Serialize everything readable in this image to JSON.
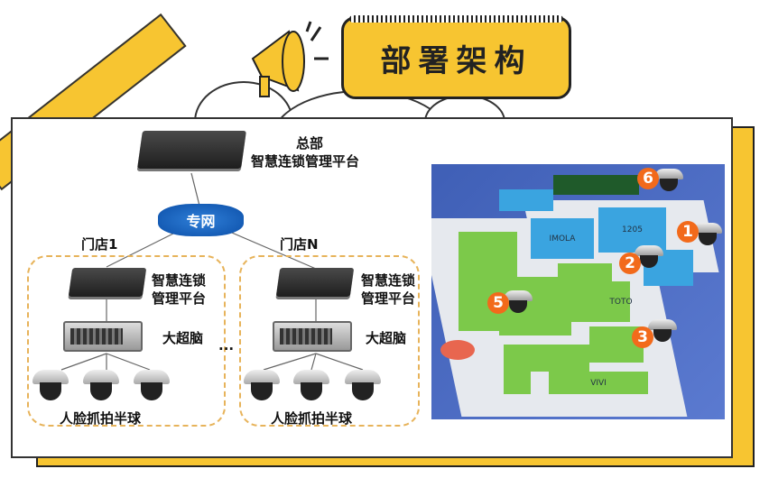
{
  "header": {
    "title": "部署架构"
  },
  "diagram": {
    "hq": {
      "line1": "总部",
      "line2": "智慧连锁管理平台"
    },
    "network": "专网",
    "stores": [
      {
        "name": "门店1",
        "platform_line1": "智慧连锁",
        "platform_line2": "管理平台",
        "nvr": "大超脑",
        "cameras": "人脸抓拍半球"
      },
      {
        "name": "门店N",
        "platform_line1": "智慧连锁",
        "platform_line2": "管理平台",
        "nvr": "大超脑",
        "cameras": "人脸抓拍半球"
      }
    ],
    "ellipsis": "..."
  },
  "map": {
    "camera_markers": [
      "1",
      "2",
      "3",
      "5",
      "6"
    ],
    "stores": [
      "IMOLA",
      "1205",
      "TOTO",
      "VIVI"
    ]
  }
}
